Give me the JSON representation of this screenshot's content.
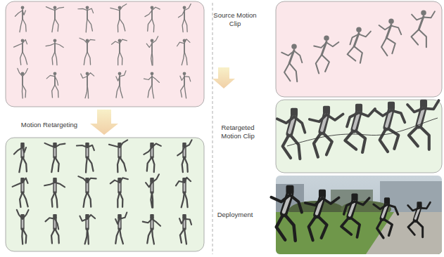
{
  "diagram": {
    "labels": [
      "Motion Retargeting",
      "Source Motion Clip",
      "Retargeted Motion Clip",
      "Deployment"
    ]
  }
}
